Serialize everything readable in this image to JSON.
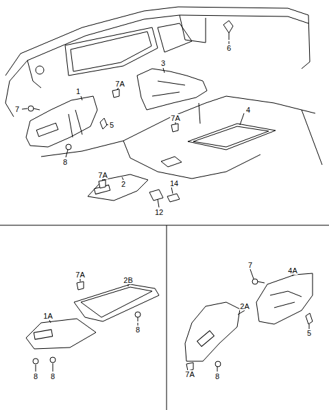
{
  "diagram": {
    "labels": [
      "6",
      "3",
      "1",
      "7A",
      "7",
      "7A",
      "4",
      "5",
      "8",
      "7A",
      "2",
      "14",
      "12",
      "7A",
      "2B",
      "1A",
      "8",
      "8",
      "8",
      "7",
      "4A",
      "2A",
      "5",
      "8",
      "7A"
    ]
  }
}
